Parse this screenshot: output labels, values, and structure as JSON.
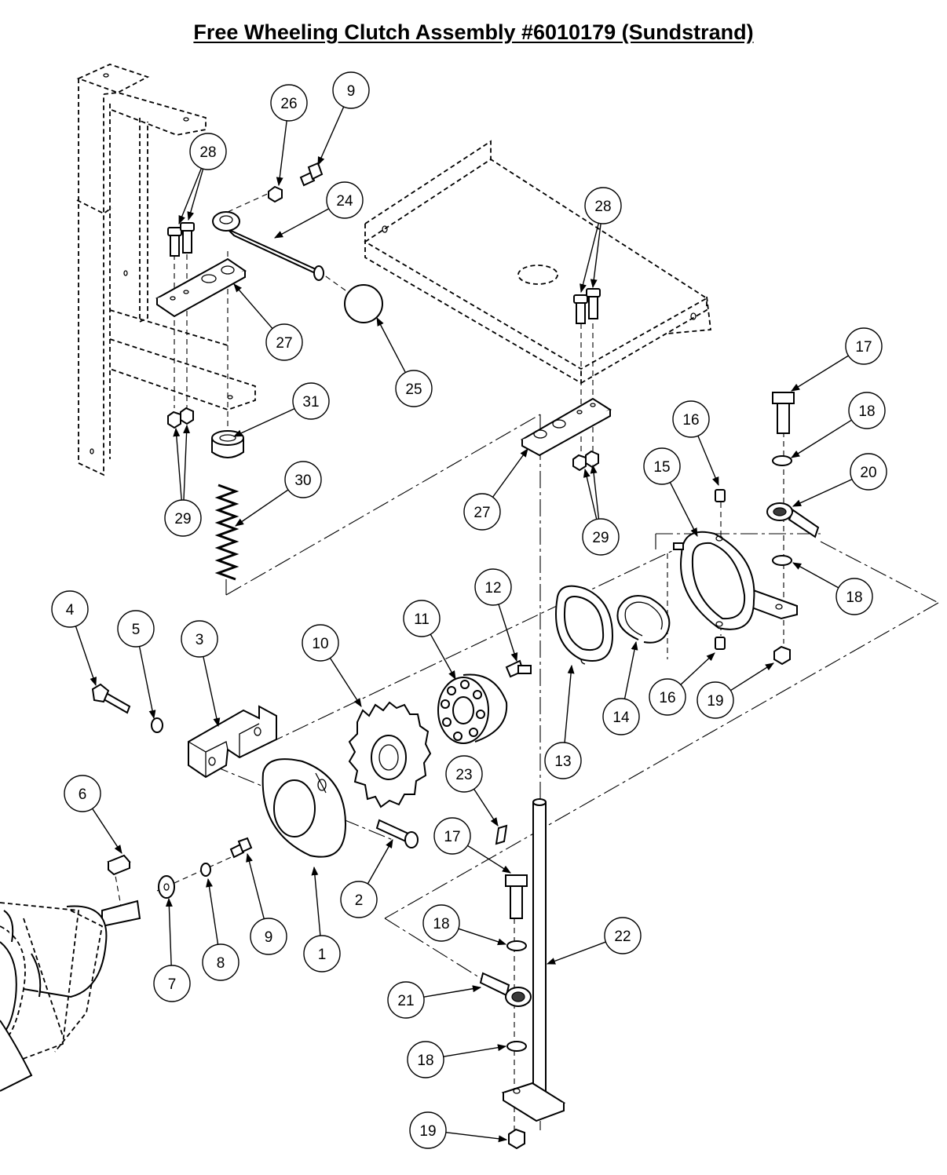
{
  "title": "Free Wheeling Clutch Assembly #6010179 (Sundstrand)",
  "callouts": [
    {
      "label": "1"
    },
    {
      "label": "2"
    },
    {
      "label": "3"
    },
    {
      "label": "4"
    },
    {
      "label": "5"
    },
    {
      "label": "6"
    },
    {
      "label": "7"
    },
    {
      "label": "8"
    },
    {
      "label": "9"
    },
    {
      "label": "9"
    },
    {
      "label": "10"
    },
    {
      "label": "11"
    },
    {
      "label": "12"
    },
    {
      "label": "13"
    },
    {
      "label": "14"
    },
    {
      "label": "15"
    },
    {
      "label": "16"
    },
    {
      "label": "16"
    },
    {
      "label": "17"
    },
    {
      "label": "17"
    },
    {
      "label": "18"
    },
    {
      "label": "18"
    },
    {
      "label": "18"
    },
    {
      "label": "18"
    },
    {
      "label": "19"
    },
    {
      "label": "19"
    },
    {
      "label": "20"
    },
    {
      "label": "21"
    },
    {
      "label": "22"
    },
    {
      "label": "23"
    },
    {
      "label": "24"
    },
    {
      "label": "25"
    },
    {
      "label": "26"
    },
    {
      "label": "27"
    },
    {
      "label": "27"
    },
    {
      "label": "28"
    },
    {
      "label": "28"
    },
    {
      "label": "29"
    },
    {
      "label": "29"
    },
    {
      "label": "30"
    },
    {
      "label": "31"
    }
  ]
}
